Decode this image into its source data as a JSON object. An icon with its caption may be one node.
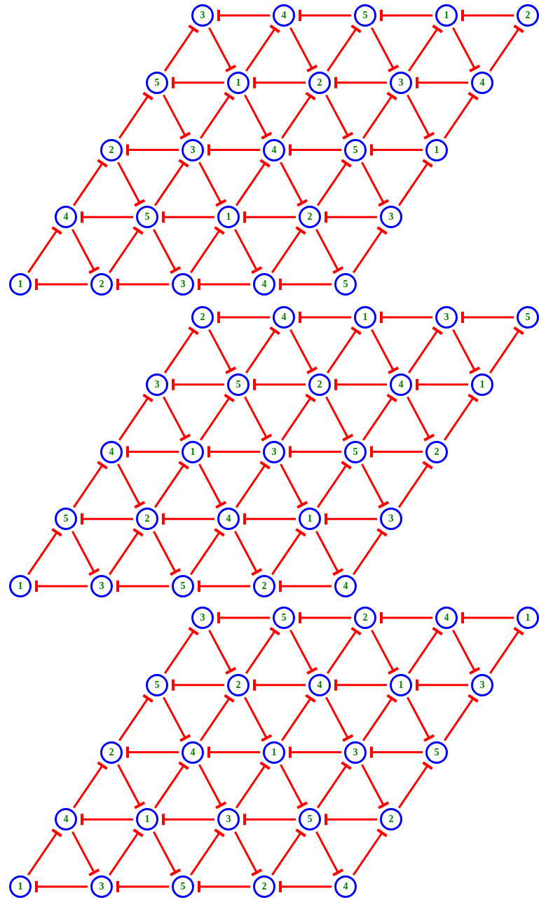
{
  "diagram": {
    "nodes": [
      {
        "text": [
          "3"
        ]
      },
      {
        "text": [
          "4"
        ]
      },
      {
        "text": [
          "5"
        ]
      },
      {
        "text": [
          "1"
        ]
      },
      {
        "text": [
          "2"
        ]
      },
      {
        "text": [
          "5"
        ]
      },
      {
        "text": [
          "1"
        ]
      },
      {
        "text": [
          "2"
        ]
      },
      {
        "text": [
          "3"
        ]
      },
      {
        "text": [
          "4"
        ]
      },
      {
        "text": [
          "2"
        ]
      },
      {
        "text": [
          "3"
        ]
      },
      {
        "text": [
          "4"
        ]
      },
      {
        "text": [
          "5"
        ]
      },
      {
        "text": [
          "1"
        ]
      },
      {
        "text": [
          "4"
        ]
      },
      {
        "text": [
          "5"
        ]
      },
      {
        "text": [
          "1"
        ]
      },
      {
        "text": [
          "2"
        ]
      },
      {
        "text": [
          "3"
        ]
      },
      {
        "text": [
          "1"
        ]
      },
      {
        "text": [
          "2"
        ]
      },
      {
        "text": [
          "3"
        ]
      },
      {
        "text": [
          "4"
        ]
      },
      {
        "text": [
          "5"
        ]
      },
      {
        "text": [
          "2"
        ]
      },
      {
        "text": [
          "4"
        ]
      },
      {
        "text": [
          "1"
        ]
      },
      {
        "text": [
          "3"
        ]
      },
      {
        "text": [
          "5"
        ]
      },
      {
        "text": [
          "3"
        ]
      },
      {
        "text": [
          "5"
        ]
      },
      {
        "text": [
          "2"
        ]
      },
      {
        "text": [
          "4"
        ]
      },
      {
        "text": [
          "1"
        ]
      },
      {
        "text": [
          "4"
        ]
      },
      {
        "text": [
          "1"
        ]
      },
      {
        "text": [
          "3"
        ]
      },
      {
        "text": [
          "5"
        ]
      },
      {
        "text": [
          "2"
        ]
      },
      {
        "text": [
          "5"
        ]
      },
      {
        "text": [
          "2"
        ]
      },
      {
        "text": [
          "4"
        ]
      },
      {
        "text": [
          "1"
        ]
      },
      {
        "text": [
          "3"
        ]
      },
      {
        "text": [
          "1"
        ]
      },
      {
        "text": [
          "3"
        ]
      },
      {
        "text": [
          "5"
        ]
      },
      {
        "text": [
          "2"
        ]
      },
      {
        "text": [
          "4"
        ]
      },
      {
        "text": [
          "3"
        ]
      },
      {
        "text": [
          "5"
        ]
      },
      {
        "text": [
          "2"
        ]
      },
      {
        "text": [
          "4"
        ]
      },
      {
        "text": [
          "1"
        ]
      },
      {
        "text": [
          "5"
        ]
      },
      {
        "text": [
          "2"
        ]
      },
      {
        "text": [
          "4"
        ]
      },
      {
        "text": [
          "1"
        ]
      },
      {
        "text": [
          "3"
        ]
      },
      {
        "text": [
          "2"
        ]
      },
      {
        "text": [
          "4"
        ]
      },
      {
        "text": [
          "1"
        ]
      },
      {
        "text": [
          "3"
        ]
      },
      {
        "text": [
          "5"
        ]
      },
      {
        "text": [
          "4"
        ]
      },
      {
        "text": [
          "1"
        ]
      },
      {
        "text": [
          "3"
        ]
      },
      {
        "text": [
          "5"
        ]
      },
      {
        "text": [
          "2"
        ]
      },
      {
        "text": [
          "1"
        ]
      },
      {
        "text": [
          "3"
        ]
      },
      {
        "text": [
          "5"
        ]
      },
      {
        "text": [
          "2"
        ]
      },
      {
        "text": [
          "4"
        ]
      }
    ],
    "edges": [
      {
        "from": 1,
        "to": 0,
        "arrow": "other"
      },
      {
        "from": 2,
        "to": 1,
        "arrow": "other"
      },
      {
        "from": 3,
        "to": 2,
        "arrow": "other"
      },
      {
        "from": 4,
        "to": 3,
        "arrow": "other"
      },
      {
        "from": 5,
        "to": 0,
        "arrow": "other"
      },
      {
        "from": 6,
        "to": 1,
        "arrow": "other"
      },
      {
        "from": 7,
        "to": 2,
        "arrow": "other"
      },
      {
        "from": 8,
        "to": 3,
        "arrow": "other"
      },
      {
        "from": 9,
        "to": 4,
        "arrow": "other"
      },
      {
        "from": 0,
        "to": 6,
        "arrow": "other"
      },
      {
        "from": 1,
        "to": 7,
        "arrow": "other"
      },
      {
        "from": 2,
        "to": 8,
        "arrow": "other"
      },
      {
        "from": 3,
        "to": 9,
        "arrow": "other"
      },
      {
        "from": 6,
        "to": 5,
        "arrow": "other"
      },
      {
        "from": 7,
        "to": 6,
        "arrow": "other"
      },
      {
        "from": 8,
        "to": 7,
        "arrow": "other"
      },
      {
        "from": 9,
        "to": 8,
        "arrow": "other"
      },
      {
        "from": 10,
        "to": 5,
        "arrow": "other"
      },
      {
        "from": 11,
        "to": 6,
        "arrow": "other"
      },
      {
        "from": 12,
        "to": 7,
        "arrow": "other"
      },
      {
        "from": 13,
        "to": 8,
        "arrow": "other"
      },
      {
        "from": 14,
        "to": 9,
        "arrow": "other"
      },
      {
        "from": 5,
        "to": 11,
        "arrow": "other"
      },
      {
        "from": 6,
        "to": 12,
        "arrow": "other"
      },
      {
        "from": 7,
        "to": 13,
        "arrow": "other"
      },
      {
        "from": 8,
        "to": 14,
        "arrow": "other"
      },
      {
        "from": 11,
        "to": 10,
        "arrow": "other"
      },
      {
        "from": 12,
        "to": 11,
        "arrow": "other"
      },
      {
        "from": 13,
        "to": 12,
        "arrow": "other"
      },
      {
        "from": 14,
        "to": 13,
        "arrow": "other"
      },
      {
        "from": 15,
        "to": 10,
        "arrow": "other"
      },
      {
        "from": 16,
        "to": 11,
        "arrow": "other"
      },
      {
        "from": 17,
        "to": 12,
        "arrow": "other"
      },
      {
        "from": 18,
        "to": 13,
        "arrow": "other"
      },
      {
        "from": 19,
        "to": 14,
        "arrow": "other"
      },
      {
        "from": 10,
        "to": 16,
        "arrow": "other"
      },
      {
        "from": 11,
        "to": 17,
        "arrow": "other"
      },
      {
        "from": 12,
        "to": 18,
        "arrow": "other"
      },
      {
        "from": 13,
        "to": 19,
        "arrow": "other"
      },
      {
        "from": 16,
        "to": 15,
        "arrow": "other"
      },
      {
        "from": 17,
        "to": 16,
        "arrow": "other"
      },
      {
        "from": 18,
        "to": 17,
        "arrow": "other"
      },
      {
        "from": 19,
        "to": 18,
        "arrow": "other"
      },
      {
        "from": 20,
        "to": 15,
        "arrow": "other"
      },
      {
        "from": 21,
        "to": 16,
        "arrow": "other"
      },
      {
        "from": 22,
        "to": 17,
        "arrow": "other"
      },
      {
        "from": 23,
        "to": 18,
        "arrow": "other"
      },
      {
        "from": 24,
        "to": 19,
        "arrow": "other"
      },
      {
        "from": 15,
        "to": 21,
        "arrow": "other"
      },
      {
        "from": 16,
        "to": 22,
        "arrow": "other"
      },
      {
        "from": 17,
        "to": 23,
        "arrow": "other"
      },
      {
        "from": 18,
        "to": 24,
        "arrow": "other"
      },
      {
        "from": 21,
        "to": 20,
        "arrow": "other"
      },
      {
        "from": 22,
        "to": 21,
        "arrow": "other"
      },
      {
        "from": 23,
        "to": 22,
        "arrow": "other"
      },
      {
        "from": 24,
        "to": 23,
        "arrow": "other"
      },
      {
        "from": 26,
        "to": 25,
        "arrow": "other"
      },
      {
        "from": 27,
        "to": 26,
        "arrow": "other"
      },
      {
        "from": 28,
        "to": 27,
        "arrow": "other"
      },
      {
        "from": 29,
        "to": 28,
        "arrow": "other"
      },
      {
        "from": 30,
        "to": 25,
        "arrow": "other"
      },
      {
        "from": 31,
        "to": 26,
        "arrow": "other"
      },
      {
        "from": 32,
        "to": 27,
        "arrow": "other"
      },
      {
        "from": 33,
        "to": 28,
        "arrow": "other"
      },
      {
        "from": 34,
        "to": 29,
        "arrow": "other"
      },
      {
        "from": 25,
        "to": 31,
        "arrow": "other"
      },
      {
        "from": 26,
        "to": 32,
        "arrow": "other"
      },
      {
        "from": 27,
        "to": 33,
        "arrow": "other"
      },
      {
        "from": 28,
        "to": 34,
        "arrow": "other"
      },
      {
        "from": 31,
        "to": 30,
        "arrow": "other"
      },
      {
        "from": 32,
        "to": 31,
        "arrow": "other"
      },
      {
        "from": 33,
        "to": 32,
        "arrow": "other"
      },
      {
        "from": 34,
        "to": 33,
        "arrow": "other"
      },
      {
        "from": 35,
        "to": 30,
        "arrow": "other"
      },
      {
        "from": 36,
        "to": 31,
        "arrow": "other"
      },
      {
        "from": 37,
        "to": 32,
        "arrow": "other"
      },
      {
        "from": 38,
        "to": 33,
        "arrow": "other"
      },
      {
        "from": 39,
        "to": 34,
        "arrow": "other"
      },
      {
        "from": 30,
        "to": 36,
        "arrow": "other"
      },
      {
        "from": 31,
        "to": 37,
        "arrow": "other"
      },
      {
        "from": 32,
        "to": 38,
        "arrow": "other"
      },
      {
        "from": 33,
        "to": 39,
        "arrow": "other"
      },
      {
        "from": 36,
        "to": 35,
        "arrow": "other"
      },
      {
        "from": 37,
        "to": 36,
        "arrow": "other"
      },
      {
        "from": 38,
        "to": 37,
        "arrow": "other"
      },
      {
        "from": 39,
        "to": 38,
        "arrow": "other"
      },
      {
        "from": 40,
        "to": 35,
        "arrow": "other"
      },
      {
        "from": 41,
        "to": 36,
        "arrow": "other"
      },
      {
        "from": 42,
        "to": 37,
        "arrow": "other"
      },
      {
        "from": 43,
        "to": 38,
        "arrow": "other"
      },
      {
        "from": 44,
        "to": 39,
        "arrow": "other"
      },
      {
        "from": 35,
        "to": 41,
        "arrow": "other"
      },
      {
        "from": 36,
        "to": 42,
        "arrow": "other"
      },
      {
        "from": 37,
        "to": 43,
        "arrow": "other"
      },
      {
        "from": 38,
        "to": 44,
        "arrow": "other"
      },
      {
        "from": 41,
        "to": 40,
        "arrow": "other"
      },
      {
        "from": 42,
        "to": 41,
        "arrow": "other"
      },
      {
        "from": 43,
        "to": 42,
        "arrow": "other"
      },
      {
        "from": 44,
        "to": 43,
        "arrow": "other"
      },
      {
        "from": 45,
        "to": 40,
        "arrow": "other"
      },
      {
        "from": 46,
        "to": 41,
        "arrow": "other"
      },
      {
        "from": 47,
        "to": 42,
        "arrow": "other"
      },
      {
        "from": 48,
        "to": 43,
        "arrow": "other"
      },
      {
        "from": 49,
        "to": 44,
        "arrow": "other"
      },
      {
        "from": 40,
        "to": 46,
        "arrow": "other"
      },
      {
        "from": 41,
        "to": 47,
        "arrow": "other"
      },
      {
        "from": 42,
        "to": 48,
        "arrow": "other"
      },
      {
        "from": 43,
        "to": 49,
        "arrow": "other"
      },
      {
        "from": 46,
        "to": 45,
        "arrow": "other"
      },
      {
        "from": 47,
        "to": 46,
        "arrow": "other"
      },
      {
        "from": 48,
        "to": 47,
        "arrow": "other"
      },
      {
        "from": 49,
        "to": 48,
        "arrow": "other"
      },
      {
        "from": 51,
        "to": 50,
        "arrow": "other"
      },
      {
        "from": 52,
        "to": 51,
        "arrow": "other"
      },
      {
        "from": 53,
        "to": 52,
        "arrow": "other"
      },
      {
        "from": 54,
        "to": 53,
        "arrow": "other"
      },
      {
        "from": 55,
        "to": 50,
        "arrow": "other"
      },
      {
        "from": 56,
        "to": 51,
        "arrow": "other"
      },
      {
        "from": 57,
        "to": 52,
        "arrow": "other"
      },
      {
        "from": 58,
        "to": 53,
        "arrow": "other"
      },
      {
        "from": 59,
        "to": 54,
        "arrow": "other"
      },
      {
        "from": 50,
        "to": 56,
        "arrow": "other"
      },
      {
        "from": 51,
        "to": 57,
        "arrow": "other"
      },
      {
        "from": 52,
        "to": 58,
        "arrow": "other"
      },
      {
        "from": 53,
        "to": 59,
        "arrow": "other"
      },
      {
        "from": 56,
        "to": 55,
        "arrow": "other"
      },
      {
        "from": 57,
        "to": 56,
        "arrow": "other"
      },
      {
        "from": 58,
        "to": 57,
        "arrow": "other"
      },
      {
        "from": 59,
        "to": 58,
        "arrow": "other"
      },
      {
        "from": 60,
        "to": 55,
        "arrow": "other"
      },
      {
        "from": 61,
        "to": 56,
        "arrow": "other"
      },
      {
        "from": 62,
        "to": 57,
        "arrow": "other"
      },
      {
        "from": 63,
        "to": 58,
        "arrow": "other"
      },
      {
        "from": 64,
        "to": 59,
        "arrow": "other"
      },
      {
        "from": 55,
        "to": 61,
        "arrow": "other"
      },
      {
        "from": 56,
        "to": 62,
        "arrow": "other"
      },
      {
        "from": 57,
        "to": 63,
        "arrow": "other"
      },
      {
        "from": 58,
        "to": 64,
        "arrow": "other"
      },
      {
        "from": 61,
        "to": 60,
        "arrow": "other"
      },
      {
        "from": 62,
        "to": 61,
        "arrow": "other"
      },
      {
        "from": 63,
        "to": 62,
        "arrow": "other"
      },
      {
        "from": 64,
        "to": 63,
        "arrow": "other"
      },
      {
        "from": 65,
        "to": 60,
        "arrow": "other"
      },
      {
        "from": 66,
        "to": 61,
        "arrow": "other"
      },
      {
        "from": 67,
        "to": 62,
        "arrow": "other"
      },
      {
        "from": 68,
        "to": 63,
        "arrow": "other"
      },
      {
        "from": 69,
        "to": 64,
        "arrow": "other"
      },
      {
        "from": 60,
        "to": 66,
        "arrow": "other"
      },
      {
        "from": 61,
        "to": 67,
        "arrow": "other"
      },
      {
        "from": 62,
        "to": 68,
        "arrow": "other"
      },
      {
        "from": 63,
        "to": 69,
        "arrow": "other"
      },
      {
        "from": 66,
        "to": 65,
        "arrow": "other"
      },
      {
        "from": 67,
        "to": 66,
        "arrow": "other"
      },
      {
        "from": 68,
        "to": 67,
        "arrow": "other"
      },
      {
        "from": 69,
        "to": 68,
        "arrow": "other"
      },
      {
        "from": 70,
        "to": 65,
        "arrow": "other"
      },
      {
        "from": 71,
        "to": 66,
        "arrow": "other"
      },
      {
        "from": 72,
        "to": 67,
        "arrow": "other"
      },
      {
        "from": 73,
        "to": 68,
        "arrow": "other"
      },
      {
        "from": 74,
        "to": 69,
        "arrow": "other"
      },
      {
        "from": 65,
        "to": 71,
        "arrow": "other"
      },
      {
        "from": 66,
        "to": 72,
        "arrow": "other"
      },
      {
        "from": 67,
        "to": 73,
        "arrow": "other"
      },
      {
        "from": 68,
        "to": 74,
        "arrow": "other"
      },
      {
        "from": 71,
        "to": 70,
        "arrow": "other"
      },
      {
        "from": 72,
        "to": 71,
        "arrow": "other"
      },
      {
        "from": 73,
        "to": 72,
        "arrow": "other"
      },
      {
        "from": 74,
        "to": 73,
        "arrow": "other"
      }
    ]
  }
}
